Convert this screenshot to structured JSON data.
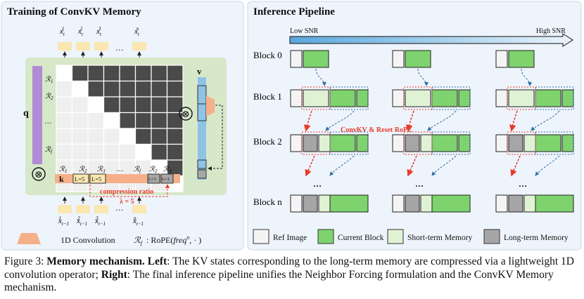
{
  "left_panel": {
    "title": "Training of ConvKV Memory",
    "outputs": [
      "x",
      "x",
      "x",
      "…",
      "x"
    ],
    "output_sub": [
      "t",
      "t",
      "t",
      "",
      "t"
    ],
    "output_sup": [
      "1",
      "2",
      "3",
      "",
      "n"
    ],
    "inputs_sub": [
      "t−1",
      "t−1",
      "t−1",
      "",
      "t−1"
    ],
    "inputs_sup": [
      "1",
      "2",
      "3",
      "",
      "n"
    ],
    "q_label": "q",
    "k_label": "k",
    "v_label": "v",
    "row_labels": [
      "ℛ",
      "ℛ",
      "…",
      "ℛ"
    ],
    "row_subs": [
      "1",
      "2",
      "",
      "f"
    ],
    "col_labels": [
      "ℛ",
      "ℛ",
      "ℛ",
      "…",
      "ℛ",
      "ℛ",
      "ℛ"
    ],
    "col_subs": [
      "1",
      "2",
      "3",
      "",
      "f",
      "2",
      "3"
    ],
    "k_boxes": [
      "L=5",
      "L=5",
      "L=1",
      "L=1"
    ],
    "compression_label": "compression ratio",
    "lambda_label": "λ = 5",
    "otimes": "⊗",
    "legend_conv": "1D Convolution",
    "legend_rope_symbol": "ℛ",
    "legend_rope_sub": "f",
    "legend_rope_text": ": RoPE(",
    "legend_rope_freq": "freq",
    "legend_rope_n": "n",
    "legend_rope_end": ", · )",
    "mask": [
      [
        0,
        1,
        1,
        1,
        1,
        1,
        1,
        1
      ],
      [
        0,
        0,
        1,
        1,
        1,
        1,
        1,
        1
      ],
      [
        0,
        0,
        0,
        1,
        1,
        1,
        1,
        1
      ],
      [
        0,
        0,
        0,
        0,
        1,
        1,
        1,
        1
      ],
      [
        0,
        0,
        0,
        0,
        0,
        1,
        1,
        1
      ],
      [
        0,
        0,
        0,
        0,
        0,
        0,
        1,
        1
      ],
      [
        0,
        0,
        0,
        0,
        0,
        0,
        0,
        1
      ],
      [
        0,
        0,
        0,
        0,
        0,
        0,
        0,
        0
      ]
    ]
  },
  "right_panel": {
    "title": "Inference Pipeline",
    "snr_low": "Low SNR",
    "snr_high": "High SNR",
    "blocks": [
      "Block 0",
      "Block 1",
      "Block 2",
      "…",
      "Block n"
    ],
    "convkv_label": "ConvKV & Reset RoPE",
    "dots": "…",
    "legend": [
      "Ref Image",
      "Current Block",
      "Short-term Memory",
      "Long-term Memory"
    ]
  },
  "colors": {
    "panel_bg": "#eef4fb",
    "green_bg": "#d7e8c9",
    "ref": "#f4f4f4",
    "current": "#7ed36e",
    "short": "#dff3d4",
    "long": "#a6a6a6",
    "purple": "#b28bd6",
    "blue": "#8ec3e6",
    "orange": "#f5b08a",
    "yellow": "#fbe7b0",
    "red": "#e83a2a",
    "dark": "#4a4a4a"
  },
  "caption": {
    "prefix": "Figure 3: ",
    "bold1": "Memory mechanism. Left",
    "text1": ": The KV states corresponding to the long-term memory are compressed via a lightweight 1D convolution operator; ",
    "bold2": "Right",
    "text2": ": The final inference pipeline unifies the Neighbor Forcing formulation and the ConvKV Memory mechanism."
  }
}
